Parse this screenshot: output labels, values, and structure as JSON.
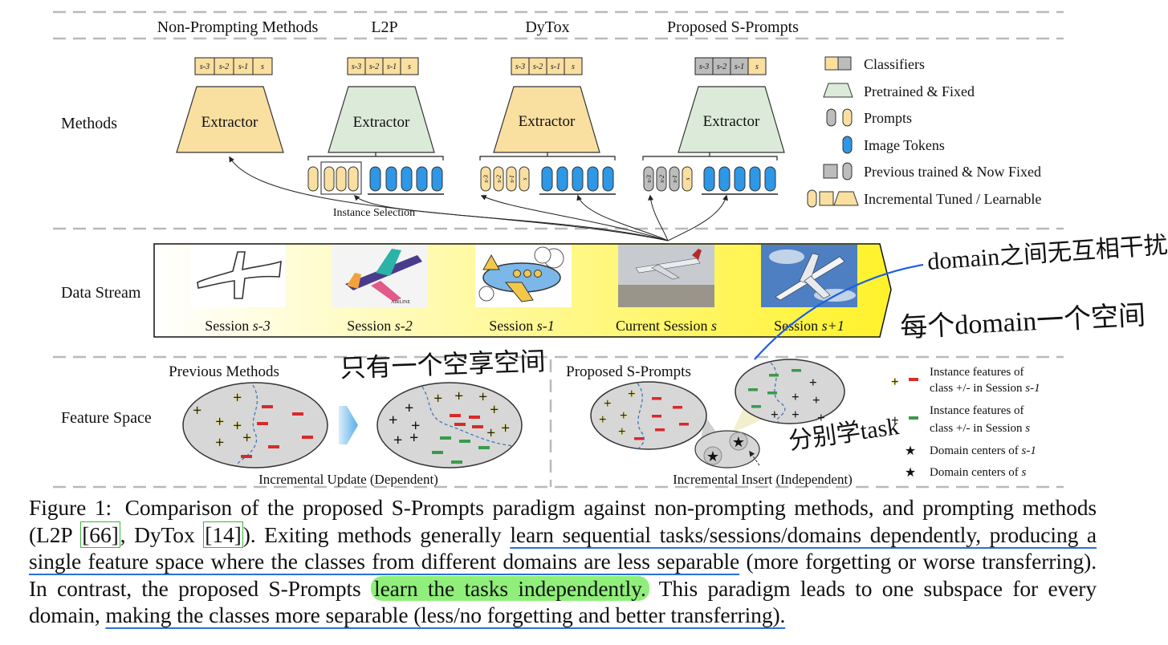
{
  "columns": {
    "non_prompting": "Non-Prompting Methods",
    "l2p": "L2P",
    "dytox": "DyTox",
    "s_prompts": "Proposed S-Prompts"
  },
  "rows": {
    "methods": "Methods",
    "data_stream": "Data Stream",
    "feature_space": "Feature Space"
  },
  "extractor_label": "Extractor",
  "classifier_cells": [
    "s-3",
    "s-2",
    "s-1",
    "s"
  ],
  "prompt_labels": [
    "s-3",
    "s-2",
    "s-1",
    "s"
  ],
  "instance_selection": "Instance Selection",
  "legend": {
    "classifiers": "Classifiers",
    "pretrained": "Pretrained & Fixed",
    "prompts": "Prompts",
    "image_tokens": "Image Tokens",
    "previous_trained": "Previous trained & Now Fixed",
    "incremental": "Incremental Tuned / Learnable"
  },
  "sessions": [
    {
      "prefix": "Session ",
      "var": "s-3"
    },
    {
      "prefix": "Session ",
      "var": "s-2"
    },
    {
      "prefix": "Session ",
      "var": "s-1"
    },
    {
      "prefix": "Current Session ",
      "var": "s"
    },
    {
      "prefix": "Session ",
      "var": "s+1"
    }
  ],
  "feature": {
    "previous_methods": "Previous Methods",
    "proposed": "Proposed S-Prompts",
    "incremental_update": "Incremental Update (Dependent)",
    "incremental_insert": "Incremental Insert (Independent)"
  },
  "feature_legend": {
    "inst1_line1": "Instance features of",
    "inst1_line2": "class +/- in Session ",
    "inst1_var": "s-1",
    "inst2_line1": "Instance features of",
    "inst2_line2": "class +/- in Session ",
    "inst2_var": "s",
    "dom1": "Domain centers of ",
    "dom1_var": "s-1",
    "dom2": "Domain centers of ",
    "dom2_var": "s"
  },
  "annotations": {
    "domain_no_interfere": "domain之间无互相干扰",
    "one_space_per_domain": "每个domain一个空间",
    "only_one_space": "只有一个空享空间",
    "distinguish_task": "分别学task"
  },
  "caption": {
    "label": "Figure 1:",
    "p1": "Comparison of the proposed S-Prompts paradigm against non-prompting methods, and prompting methods (L2P ",
    "ref1": "[66]",
    "p2": ", DyTox ",
    "ref2": "[14]",
    "p3": "). Exiting methods generally",
    "u1": "learn sequential tasks/sessions/domains dependently, producing a single feature space where the classes from different domains are less separable",
    "p4": " (more forgetting or worse transferring). In contrast, the proposed S-Prompts",
    "h1": "learn the tasks independently.",
    "p5": " This paradigm leads to one subspace for every domain,",
    "u2": "making the classes more separable (less/no forgetting and better transferring)."
  },
  "colors": {
    "yellow": "#f9dfa0",
    "green": "#dcebd9",
    "blue": "#2e97e6",
    "grey": "#bcbcbc",
    "ink": "#1e5fe0",
    "highlight": "#8fef7a"
  }
}
